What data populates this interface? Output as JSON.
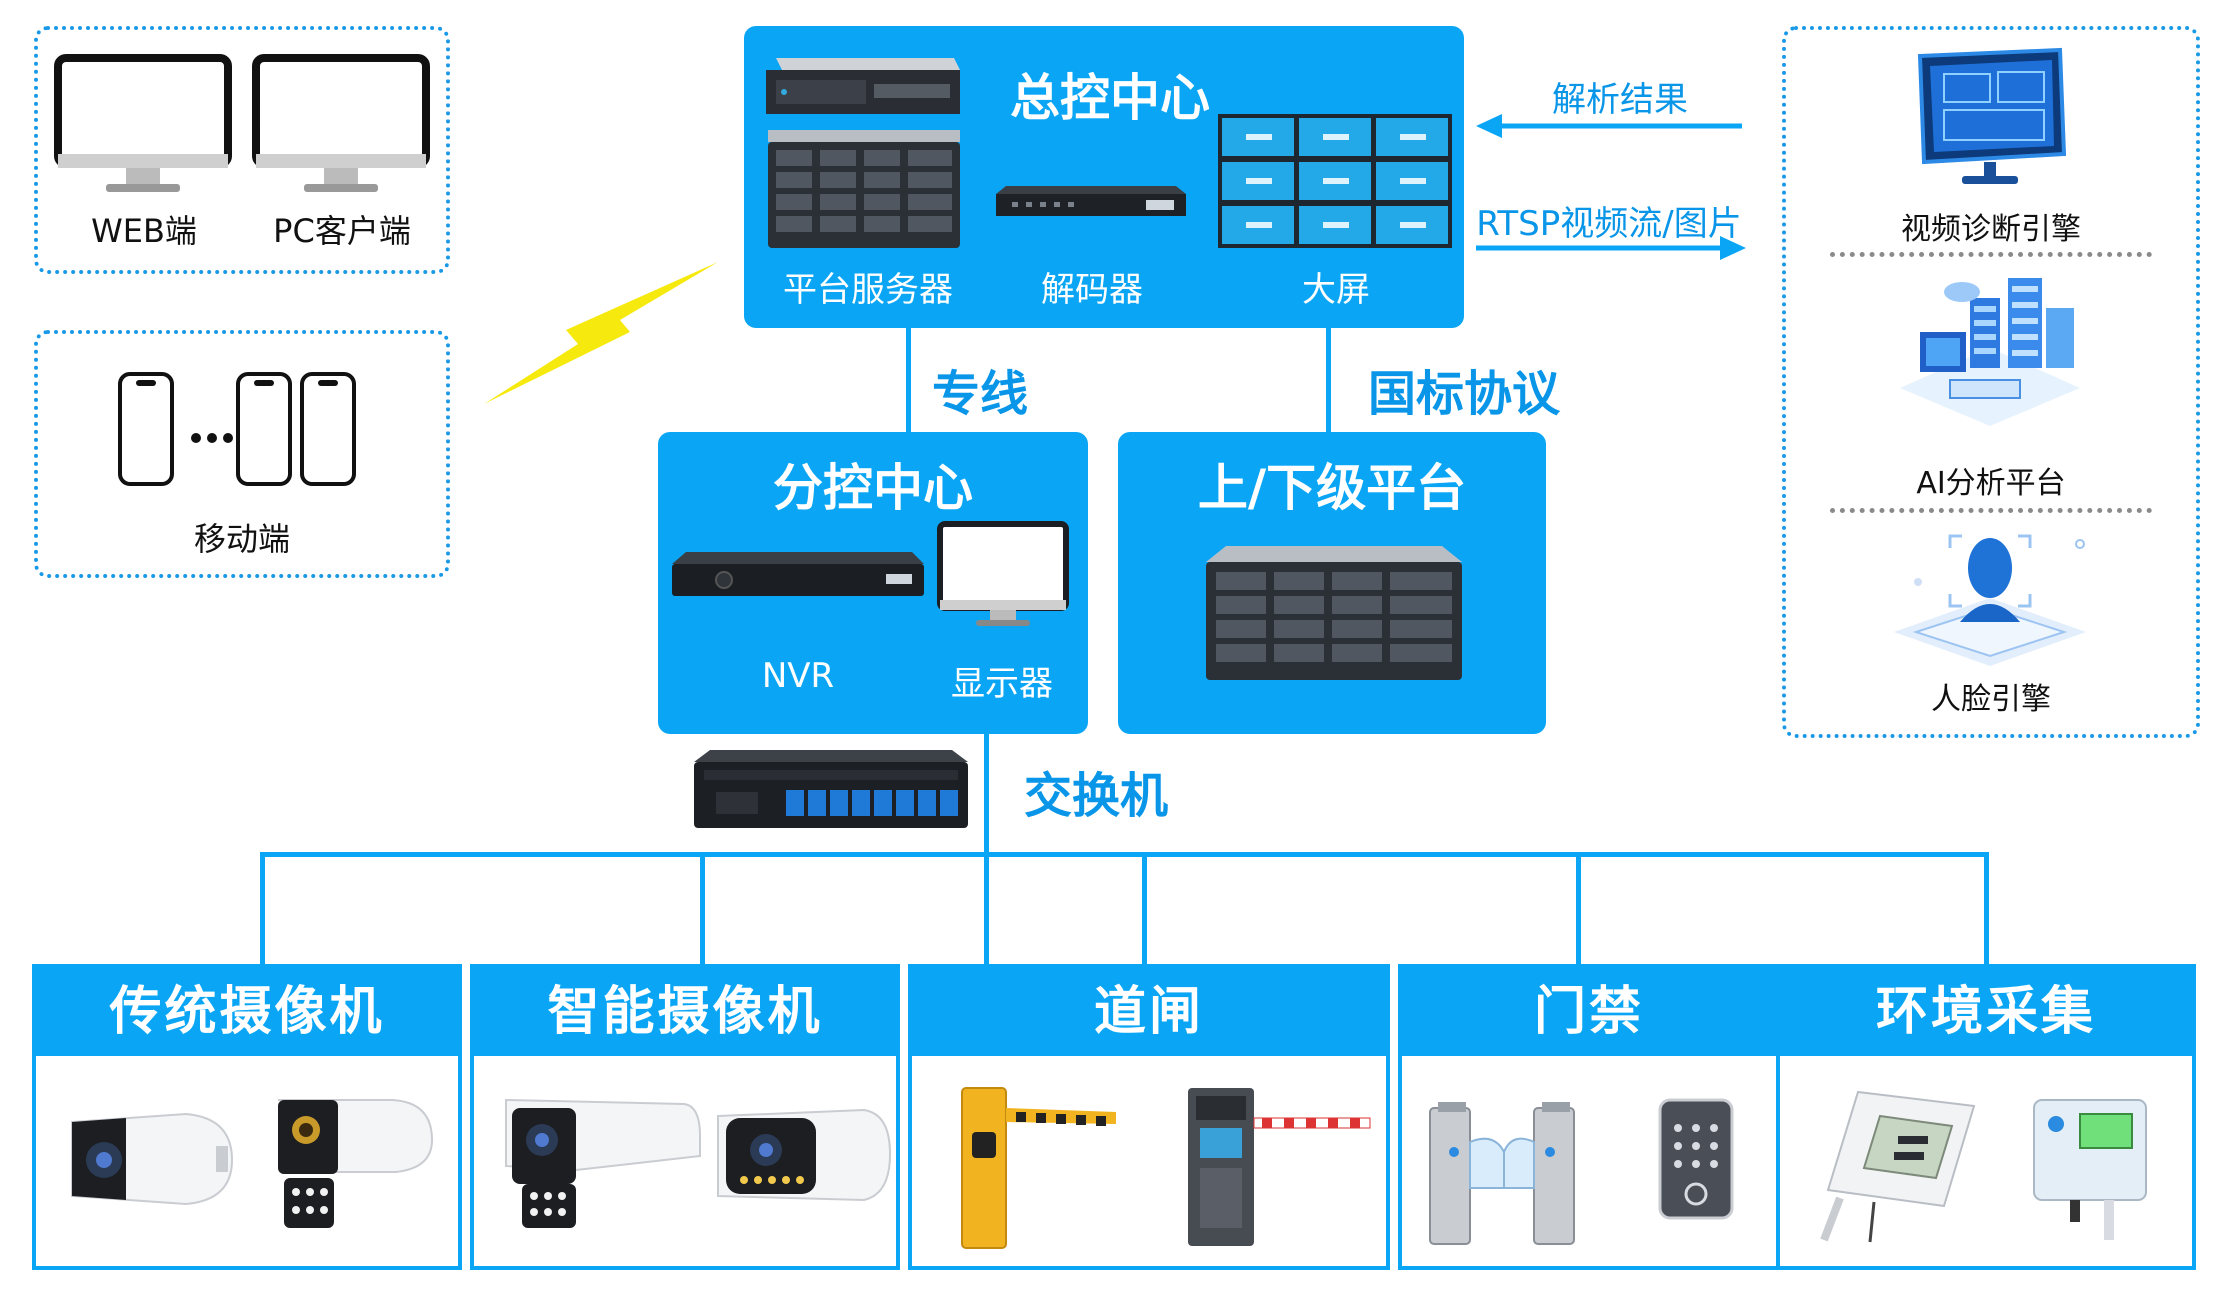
{
  "clients": {
    "web_label": "WEB端",
    "pc_label": "PC客户端",
    "mobile_label": "移动端"
  },
  "central": {
    "title": "总控中心",
    "server_label": "平台服务器",
    "decoder_label": "解码器",
    "screen_label": "大屏"
  },
  "links": {
    "dedicated_line": "专线",
    "national_protocol": "国标协议",
    "parse_result": "解析结果",
    "rtsp_stream": "RTSP视频流/图片",
    "switch_label": "交换机"
  },
  "branch": {
    "title": "分控中心",
    "nvr_label": "NVR",
    "monitor_label": "显示器"
  },
  "platform": {
    "title": "上/下级平台"
  },
  "engines": {
    "video_diag": "视频诊断引擎",
    "ai_platform": "AI分析平台",
    "face_engine": "人脸引擎"
  },
  "devices": [
    {
      "title": "传统摄像机"
    },
    {
      "title": "智能摄像机"
    },
    {
      "title": "道闸"
    },
    {
      "title": "门禁"
    },
    {
      "title": "环境采集"
    }
  ],
  "colors": {
    "accent": "#0aa6f5",
    "lightning": "#f6e90e",
    "label_blue": "#0a96e8"
  }
}
